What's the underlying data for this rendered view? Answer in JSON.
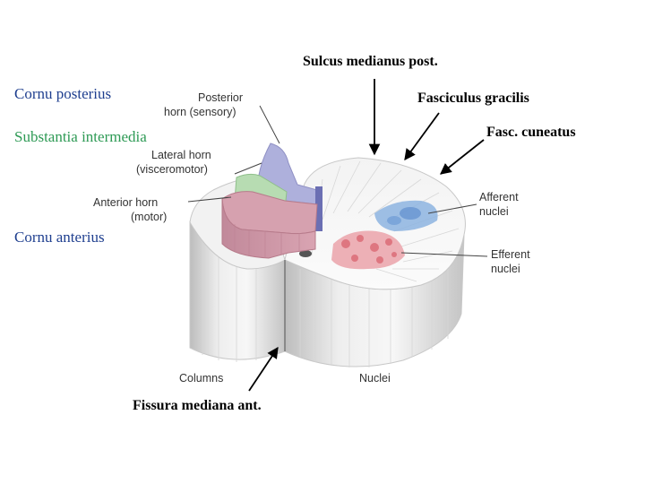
{
  "latin_labels": {
    "sulcus_medianus": "Sulcus medianus post.",
    "cornu_posterius": "Cornu posterius",
    "fasciculus_gracilis": "Fasciculus gracilis",
    "fasc_cuneatus": "Fasc. cuneatus",
    "substantia_intermedia": "Substantia intermedia",
    "cornu_anterius": "Cornu anterius",
    "fissura_mediana": "Fissura mediana ant."
  },
  "english_labels": {
    "posterior_1": "Posterior",
    "posterior_2": "horn (sensory)",
    "lateral_1": "Lateral horn",
    "lateral_2": "(visceromotor)",
    "anterior_1": "Anterior horn",
    "anterior_2": "(motor)",
    "afferent_1": "Afferent",
    "afferent_2": "nuclei",
    "efferent_1": "Efferent",
    "efferent_2": "nuclei",
    "columns": "Columns",
    "nuclei": "Nuclei"
  },
  "colors": {
    "latin_blue": "#1f3f8f",
    "latin_green": "#2e9a55",
    "posterior_horn": "#aeb0dc",
    "intermediate": "#b7dcb2",
    "anterior_horn": "#c98a9c",
    "afferent": "#7aa6d9",
    "efferent": "#e48f98"
  }
}
